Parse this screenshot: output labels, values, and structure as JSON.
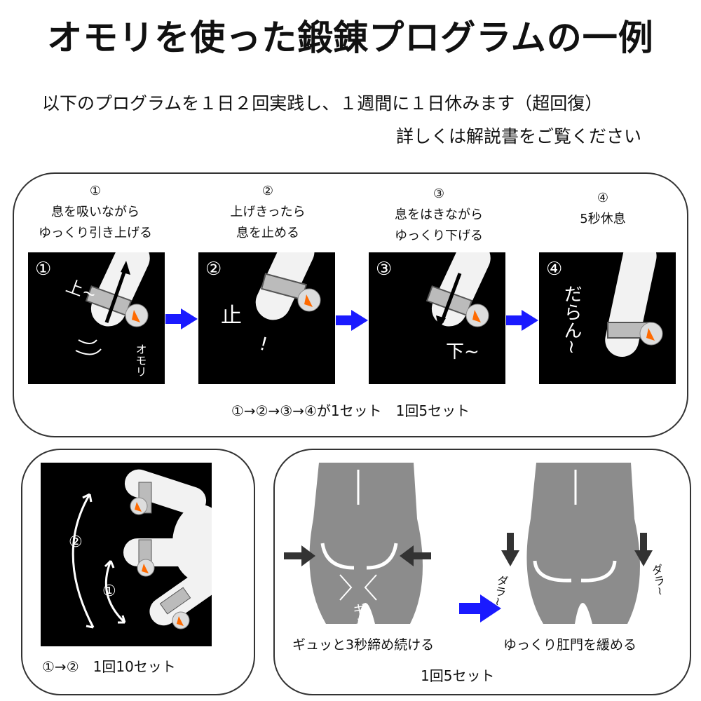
{
  "title": "オモリを使った鍛錬プログラムの一例",
  "intro": {
    "line1": "以下のプログラムを１日２回実践し、１週間に１日休みます（超回復）",
    "line2": "詳しくは解説書をご覧ください"
  },
  "steps": [
    {
      "num": "①",
      "line1": "息を吸いながら",
      "line2": "ゆっくり引き上げる",
      "panel_num": "①",
      "panel_text": "上~",
      "extra_label": "オモリ"
    },
    {
      "num": "②",
      "line1": "上げきったら",
      "line2": "息を止める",
      "panel_num": "②",
      "panel_text": "止",
      "extra_label": "!"
    },
    {
      "num": "③",
      "line1": "息をはきながら",
      "line2": "ゆっくり下げる",
      "panel_num": "③",
      "panel_text": "下~",
      "extra_label": ""
    },
    {
      "num": "④",
      "line1": "5秒休息",
      "line2": "",
      "panel_num": "④",
      "panel_text": "だらん~",
      "extra_label": ""
    }
  ],
  "set_line": "①→②→③→④が1セット　1回5セット",
  "swing": {
    "label_1": "①",
    "label_2": "②",
    "caption": "①→②　1回10セット"
  },
  "kegel": {
    "squeeze_text": "ギュッ",
    "relax_left": "ダラ~",
    "relax_right": "ダラ~",
    "caption_left": "ギュッと3秒締め続ける",
    "caption_right": "ゆっくり肛門を緩める",
    "sets": "1回5セット"
  },
  "colors": {
    "arrow_blue": "#1a1aff",
    "panel_bg": "#000000",
    "body_gray": "#8c8c8c",
    "weight_orange": "#ff6a00"
  }
}
